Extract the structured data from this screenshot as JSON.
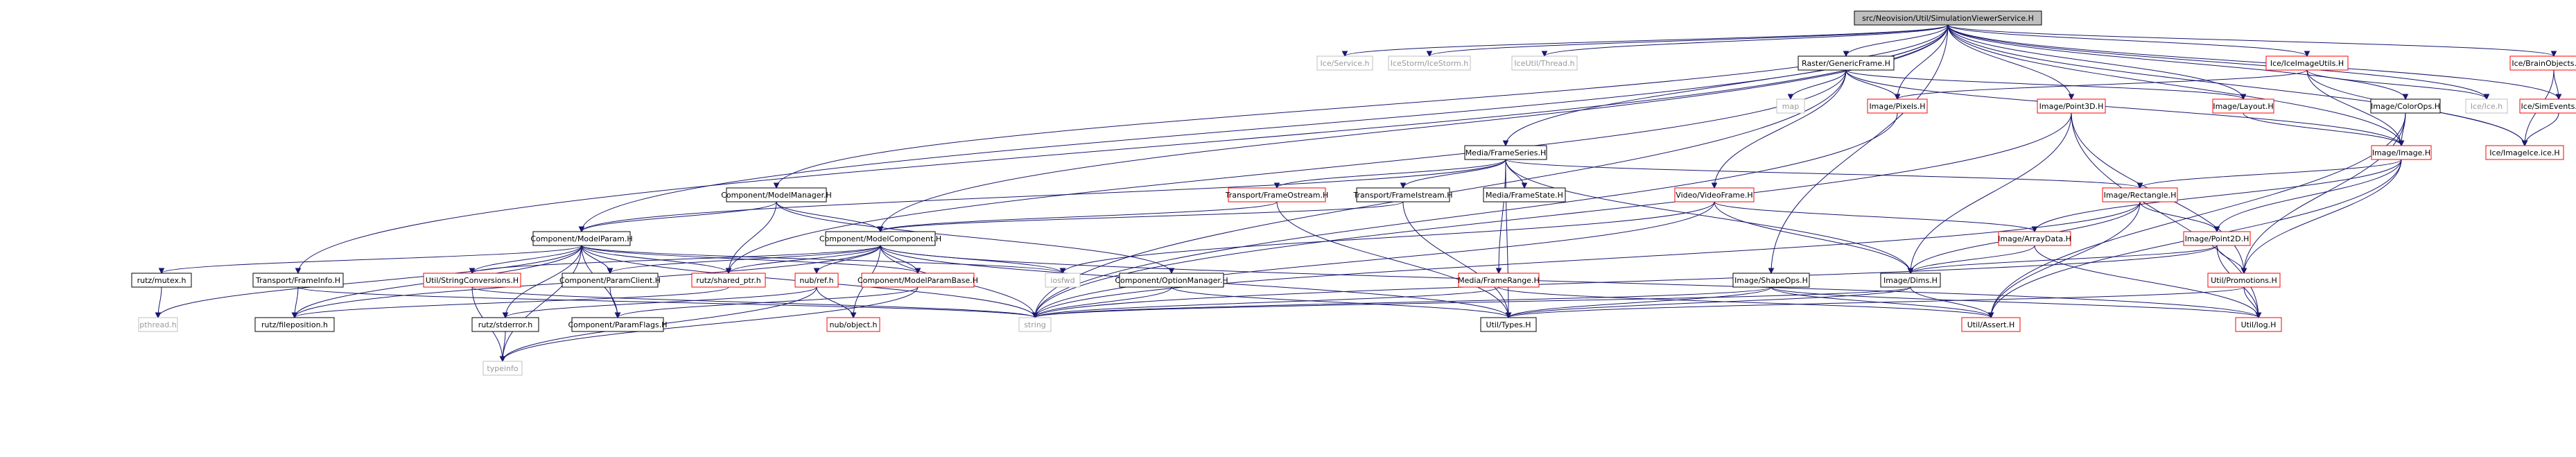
{
  "graph": {
    "colors": {
      "edge": "#191970",
      "root_fill": "#bfbfbf",
      "documented_border": "#000000",
      "missing_border": "#ff0000",
      "external_border": "#bfbfbf",
      "external_text": "#999999"
    },
    "nodes": [
      {
        "id": "root",
        "label": "src/Neovision/Util/SimulationViewerService.H",
        "kind": "root"
      },
      {
        "id": "ice_service",
        "label": "Ice/Service.h",
        "kind": "external"
      },
      {
        "id": "icestorm",
        "label": "IceStorm/IceStorm.h",
        "kind": "external"
      },
      {
        "id": "iceutil_thread",
        "label": "IceUtil/Thread.h",
        "kind": "external"
      },
      {
        "id": "raster_genericframe",
        "label": "Raster/GenericFrame.H",
        "kind": "documented"
      },
      {
        "id": "iceimageutils",
        "label": "Ice/IceImageUtils.H",
        "kind": "missing"
      },
      {
        "id": "brainobjects",
        "label": "Ice/BrainObjects.ice.H",
        "kind": "missing"
      },
      {
        "id": "map",
        "label": "map",
        "kind": "external"
      },
      {
        "id": "image_pixels",
        "label": "Image/Pixels.H",
        "kind": "missing"
      },
      {
        "id": "image_point3d",
        "label": "Image/Point3D.H",
        "kind": "missing"
      },
      {
        "id": "image_layout",
        "label": "Image/Layout.H",
        "kind": "missing"
      },
      {
        "id": "image_colorops",
        "label": "Image/ColorOps.H",
        "kind": "documented"
      },
      {
        "id": "ice_ice",
        "label": "Ice/Ice.h",
        "kind": "external"
      },
      {
        "id": "simevents",
        "label": "Ice/SimEvents.ice.H",
        "kind": "missing"
      },
      {
        "id": "image_image",
        "label": "Image/Image.H",
        "kind": "missing"
      },
      {
        "id": "imageice",
        "label": "Ice/ImageIce.ice.H",
        "kind": "missing"
      },
      {
        "id": "media_frameseries",
        "label": "Media/FrameSeries.H",
        "kind": "documented"
      },
      {
        "id": "modelmanager",
        "label": "Component/ModelManager.H",
        "kind": "documented"
      },
      {
        "id": "frameostream",
        "label": "Transport/FrameOstream.H",
        "kind": "missing"
      },
      {
        "id": "frameistream",
        "label": "Transport/FrameIstream.H",
        "kind": "documented"
      },
      {
        "id": "framestate",
        "label": "Media/FrameState.H",
        "kind": "documented"
      },
      {
        "id": "videoframe",
        "label": "Video/VideoFrame.H",
        "kind": "missing"
      },
      {
        "id": "image_rectangle",
        "label": "Image/Rectangle.H",
        "kind": "missing"
      },
      {
        "id": "modelparam",
        "label": "Component/ModelParam.H",
        "kind": "documented"
      },
      {
        "id": "modelcomponent",
        "label": "Component/ModelComponent.H",
        "kind": "documented"
      },
      {
        "id": "image_arraydata",
        "label": "Image/ArrayData.H",
        "kind": "missing"
      },
      {
        "id": "image_point2d",
        "label": "Image/Point2D.H",
        "kind": "missing"
      },
      {
        "id": "rutz_mutex",
        "label": "rutz/mutex.h",
        "kind": "documented"
      },
      {
        "id": "frameinfo",
        "label": "Transport/FrameInfo.H",
        "kind": "documented"
      },
      {
        "id": "stringconversions",
        "label": "Util/StringConversions.H",
        "kind": "missing"
      },
      {
        "id": "paramclient",
        "label": "Component/ParamClient.H",
        "kind": "documented"
      },
      {
        "id": "rutz_sharedptr",
        "label": "rutz/shared_ptr.h",
        "kind": "missing"
      },
      {
        "id": "nub_ref",
        "label": "nub/ref.h",
        "kind": "missing"
      },
      {
        "id": "modelparambase",
        "label": "Component/ModelParamBase.H",
        "kind": "missing"
      },
      {
        "id": "iosfwd",
        "label": "iosfwd",
        "kind": "external"
      },
      {
        "id": "optionmanager",
        "label": "Component/OptionManager.H",
        "kind": "documented"
      },
      {
        "id": "media_framerange",
        "label": "Media/FrameRange.H",
        "kind": "missing"
      },
      {
        "id": "image_dims",
        "label": "Image/Dims.H",
        "kind": "documented"
      },
      {
        "id": "image_shapeops",
        "label": "Image/ShapeOps.H",
        "kind": "documented"
      },
      {
        "id": "util_promotions",
        "label": "Util/Promotions.H",
        "kind": "missing"
      },
      {
        "id": "pthread",
        "label": "pthread.h",
        "kind": "external"
      },
      {
        "id": "rutz_fileposition",
        "label": "rutz/fileposition.h",
        "kind": "documented"
      },
      {
        "id": "rutz_stderror",
        "label": "rutz/stderror.h",
        "kind": "documented"
      },
      {
        "id": "paramflags",
        "label": "Component/ParamFlags.H",
        "kind": "documented"
      },
      {
        "id": "nub_object",
        "label": "nub/object.h",
        "kind": "missing"
      },
      {
        "id": "string",
        "label": "string",
        "kind": "external"
      },
      {
        "id": "util_types",
        "label": "Util/Types.H",
        "kind": "documented"
      },
      {
        "id": "util_assert",
        "label": "Util/Assert.H",
        "kind": "missing"
      },
      {
        "id": "util_log",
        "label": "Util/log.H",
        "kind": "missing"
      },
      {
        "id": "typeinfo",
        "label": "typeinfo",
        "kind": "external"
      }
    ],
    "edges": [
      [
        "root",
        "ice_service"
      ],
      [
        "root",
        "icestorm"
      ],
      [
        "root",
        "iceutil_thread"
      ],
      [
        "root",
        "raster_genericframe"
      ],
      [
        "root",
        "iceimageutils"
      ],
      [
        "root",
        "brainobjects"
      ],
      [
        "root",
        "image_pixels"
      ],
      [
        "root",
        "image_point3d"
      ],
      [
        "root",
        "image_layout"
      ],
      [
        "root",
        "image_colorops"
      ],
      [
        "root",
        "ice_ice"
      ],
      [
        "root",
        "simevents"
      ],
      [
        "root",
        "image_image"
      ],
      [
        "root",
        "imageice"
      ],
      [
        "root",
        "media_frameseries"
      ],
      [
        "root",
        "modelmanager"
      ],
      [
        "root",
        "modelcomponent"
      ],
      [
        "root",
        "modelparam"
      ],
      [
        "root",
        "frameinfo"
      ],
      [
        "root",
        "image_shapeops"
      ],
      [
        "raster_genericframe",
        "map"
      ],
      [
        "raster_genericframe",
        "image_pixels"
      ],
      [
        "raster_genericframe",
        "image_layout"
      ],
      [
        "raster_genericframe",
        "image_image"
      ],
      [
        "raster_genericframe",
        "videoframe"
      ],
      [
        "raster_genericframe",
        "rutz_sharedptr"
      ],
      [
        "raster_genericframe",
        "string"
      ],
      [
        "iceimageutils",
        "image_pixels"
      ],
      [
        "iceimageutils",
        "image_image"
      ],
      [
        "iceimageutils",
        "ice_ice"
      ],
      [
        "iceimageutils",
        "imageice"
      ],
      [
        "brainobjects",
        "simevents"
      ],
      [
        "brainobjects",
        "imageice"
      ],
      [
        "simevents",
        "imageice"
      ],
      [
        "image_pixels",
        "string"
      ],
      [
        "image_point3d",
        "image_dims"
      ],
      [
        "image_point3d",
        "string"
      ],
      [
        "image_point3d",
        "util_promotions"
      ],
      [
        "image_point3d",
        "util_log"
      ],
      [
        "image_layout",
        "image_image"
      ],
      [
        "image_colorops",
        "image_image"
      ],
      [
        "image_colorops",
        "util_promotions"
      ],
      [
        "image_colorops",
        "util_assert"
      ],
      [
        "image_image",
        "image_arraydata"
      ],
      [
        "image_image",
        "image_point2d"
      ],
      [
        "image_image",
        "image_rectangle"
      ],
      [
        "image_image",
        "util_promotions"
      ],
      [
        "image_image",
        "util_assert"
      ],
      [
        "media_frameseries",
        "modelparam"
      ],
      [
        "media_frameseries",
        "frameostream"
      ],
      [
        "media_frameseries",
        "frameistream"
      ],
      [
        "media_frameseries",
        "framestate"
      ],
      [
        "media_frameseries",
        "media_framerange"
      ],
      [
        "media_frameseries",
        "image_dims"
      ],
      [
        "media_frameseries",
        "image_rectangle"
      ],
      [
        "media_frameseries",
        "util_types"
      ],
      [
        "modelmanager",
        "modelparam"
      ],
      [
        "modelmanager",
        "modelcomponent"
      ],
      [
        "modelmanager",
        "optionmanager"
      ],
      [
        "modelmanager",
        "rutz_sharedptr"
      ],
      [
        "frameostream",
        "modelcomponent"
      ],
      [
        "frameostream",
        "util_types"
      ],
      [
        "frameistream",
        "modelcomponent"
      ],
      [
        "frameistream",
        "util_types"
      ],
      [
        "videoframe",
        "image_arraydata"
      ],
      [
        "videoframe",
        "image_dims"
      ],
      [
        "videoframe",
        "string"
      ],
      [
        "videoframe",
        "iosfwd"
      ],
      [
        "image_rectangle",
        "image_point2d"
      ],
      [
        "image_rectangle",
        "image_dims"
      ],
      [
        "image_rectangle",
        "util_assert"
      ],
      [
        "image_rectangle",
        "string"
      ],
      [
        "modelparam",
        "rutz_mutex"
      ],
      [
        "modelparam",
        "pthread"
      ],
      [
        "modelparam",
        "rutz_fileposition"
      ],
      [
        "modelparam",
        "stringconversions"
      ],
      [
        "modelparam",
        "paramclient"
      ],
      [
        "modelparam",
        "rutz_sharedptr"
      ],
      [
        "modelparam",
        "modelparambase"
      ],
      [
        "modelparam",
        "rutz_stderror"
      ],
      [
        "modelparam",
        "paramflags"
      ],
      [
        "modelparam",
        "iosfwd"
      ],
      [
        "modelparam",
        "string"
      ],
      [
        "modelparam",
        "typeinfo"
      ],
      [
        "modelcomponent",
        "stringconversions"
      ],
      [
        "modelcomponent",
        "paramclient"
      ],
      [
        "modelcomponent",
        "rutz_sharedptr"
      ],
      [
        "modelcomponent",
        "nub_ref"
      ],
      [
        "modelcomponent",
        "modelparambase"
      ],
      [
        "modelcomponent",
        "iosfwd"
      ],
      [
        "modelcomponent",
        "nub_object"
      ],
      [
        "modelcomponent",
        "string"
      ],
      [
        "modelcomponent",
        "util_types"
      ],
      [
        "modelcomponent",
        "util_log"
      ],
      [
        "modelcomponent",
        "rutz_fileposition"
      ],
      [
        "image_arraydata",
        "image_dims"
      ],
      [
        "image_arraydata",
        "util_log"
      ],
      [
        "image_point2d",
        "image_dims"
      ],
      [
        "image_point2d",
        "util_promotions"
      ],
      [
        "image_point2d",
        "util_log"
      ],
      [
        "image_point2d",
        "string"
      ],
      [
        "rutz_mutex",
        "pthread"
      ],
      [
        "frameinfo",
        "rutz_fileposition"
      ],
      [
        "frameinfo",
        "string"
      ],
      [
        "stringconversions",
        "typeinfo"
      ],
      [
        "stringconversions",
        "string"
      ],
      [
        "paramclient",
        "paramflags"
      ],
      [
        "rutz_sharedptr",
        "rutz_fileposition"
      ],
      [
        "nub_ref",
        "rutz_stderror"
      ],
      [
        "nub_ref",
        "nub_object"
      ],
      [
        "nub_ref",
        "typeinfo"
      ],
      [
        "modelparambase",
        "paramflags"
      ],
      [
        "modelparambase",
        "typeinfo"
      ],
      [
        "optionmanager",
        "string"
      ],
      [
        "optionmanager",
        "util_types"
      ],
      [
        "media_framerange",
        "string"
      ],
      [
        "media_framerange",
        "util_assert"
      ],
      [
        "image_dims",
        "string"
      ],
      [
        "image_dims",
        "util_types"
      ],
      [
        "image_dims",
        "util_assert"
      ],
      [
        "image_shapeops",
        "string"
      ],
      [
        "image_shapeops",
        "util_types"
      ],
      [
        "image_shapeops",
        "util_assert"
      ],
      [
        "image_shapeops",
        "util_log"
      ],
      [
        "util_promotions",
        "util_types"
      ],
      [
        "util_promotions",
        "util_log"
      ],
      [
        "rutz_stderror",
        "typeinfo"
      ]
    ]
  }
}
